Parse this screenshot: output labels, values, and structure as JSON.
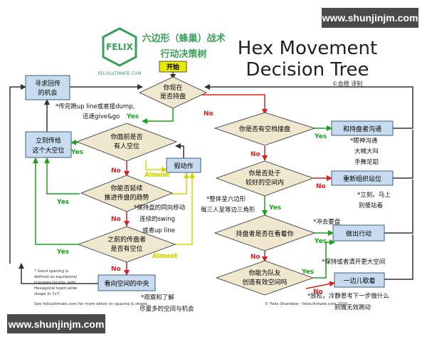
{
  "watermark": {
    "top": "www.shunjinjm.com",
    "bottom": "www.shunjinjm.com"
  },
  "logo": {
    "text": "FELIX",
    "url": "FELIXULTIMATE.COM"
  },
  "title": {
    "zh_line1": "六边形（蜂巢）战术",
    "zh_line2": "行动决策树",
    "en_line1": "Hex Movement",
    "en_line2": "Decision Tree",
    "translator": "©血橙 译制"
  },
  "colors": {
    "box": "#c9dcef",
    "box_border": "#3a5f8a",
    "yes": "#19a319",
    "no": "#e01d1d",
    "almost": "#e8e800",
    "diamond_fill": "#efe8cf",
    "arrow": "#333333"
  },
  "labels": {
    "yes": "Yes",
    "no": "No",
    "almost": "Almost"
  },
  "nodes": {
    "start": "开始",
    "q_hold_1": "你现在",
    "q_hold_2": "是否持盘",
    "seek": [
      "寻求回传",
      "的机会"
    ],
    "pass_now": [
      "立刻传给",
      "这个大空位"
    ],
    "q_space_1": "你面前是否",
    "q_space_2": "有人空位",
    "fake": "假动作",
    "q_extend_1": "你能否延续",
    "q_extend_2": "推进传盘的趋势",
    "q_prev_1": "之前的传盘者",
    "q_prev_2": "是否有空位",
    "center": "看向空间的中央",
    "q_handler_1": "你是否有空档接盘",
    "comm": "和持盘者沟通",
    "q_pos_1": "你是否处于",
    "q_pos_2": "较好的空间内",
    "reorg": "重新组织站位",
    "q_look_1": "持盘者是否在看着你",
    "cut": "做出行动",
    "q_create_1": "你能为队友",
    "q_create_2": "创造有效空间吗",
    "aside": "一边儿歇着"
  },
  "notes": {
    "n1_a": "*传完跑up line或者接dump,",
    "n1_b": "迅速give&go",
    "n_comm_a": "*眼神沟通",
    "n_comm_b": "大喊大叫",
    "n_comm_c": "手舞足蹈",
    "n_hex_a": "*整体呈六边形",
    "n_hex_b": "每三人呈等边三角形",
    "n_move_a": "*保持盘的同向移动",
    "n_move_b": "连续的swing",
    "n_move_c": "或者up line",
    "n_reorg_a": "*立刻，马上",
    "n_reorg_b": "别傻站着",
    "n_cut": "*冲去要盘",
    "n_aside": "*保持或者清开更大空间",
    "n_relax_a": "*放松，冷静思考下一步做什么",
    "n_relax_b": "别做无效跑动",
    "n_center_a": "*观察和了解",
    "n_center_b": "尽量多的空间与机会",
    "footnote_1": "* Good spacing is",
    "footnote_2": "defined as equilateral",
    "footnote_3": "triangles locally, with",
    "footnote_4": "Hexagonal team-wide",
    "footnote_5": "shape in 7v7.",
    "footnote_6": "See felixultimate.com for more detail on spacing & shape.",
    "credit": "© Felix Shardlow - felixultimate.com 2020"
  }
}
